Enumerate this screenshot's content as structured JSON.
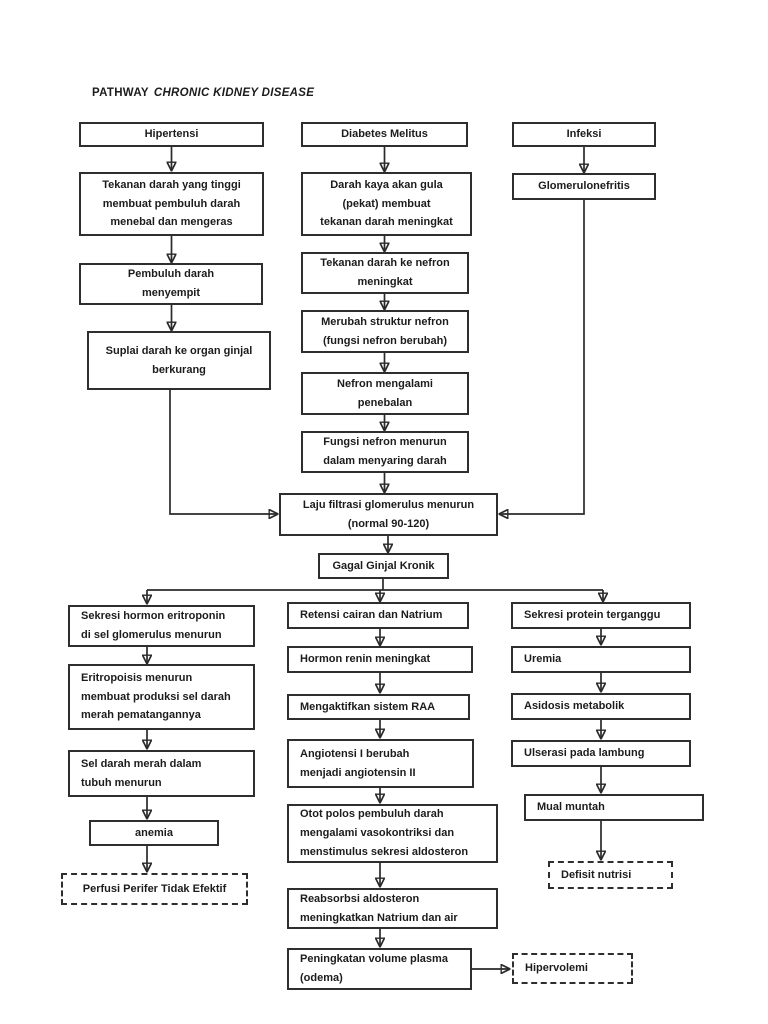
{
  "title": {
    "prefix": "PATHWAY",
    "emphasis": "CHRONIC KIDNEY DISEASE"
  },
  "colors": {
    "page_background": "#ffffff",
    "box_border": "#2e2e2e",
    "connector_line": "#2a2a2a",
    "text": "#1c1c1c"
  },
  "nodes": {
    "hipertensi": "Hipertensi",
    "diabetes_melitus": "Diabetes Melitus",
    "infeksi": "Infeksi",
    "tekanan_tinggi": "Tekanan darah yang tinggi\nmembuat pembuluh darah\nmenebal dan mengeras",
    "darah_kaya": "Darah kaya akan gula\n(pekat) membuat\ntekanan darah meningkat",
    "glomerulonefritis": "Glomerulonefritis",
    "pembuluh_menyempit": "Pembuluh darah\nmenyempit",
    "tekanan_nefron": "Tekanan darah ke nefron\nmeningkat",
    "suplai_darah": "Suplai darah ke organ ginjal\nberkurang",
    "merubah_struktur": "Merubah struktur nefron\n(fungsi nefron berubah)",
    "nefron_penebalan": "Nefron mengalami\npenebalan",
    "fungsi_nefron": "Fungsi nefron menurun\ndalam menyaring darah",
    "laju_filtrasi": "Laju filtrasi glomerulus menurun\n(normal 90-120)",
    "gagal_ginjal": "Gagal Ginjal Kronik",
    "sekresi_eritroponin": "Sekresi hormon eritroponin\ndi sel glomerulus menurun",
    "retensi_cairan": "Retensi cairan dan Natrium",
    "sekresi_protein": "Sekresi protein terganggu",
    "eritropoisis": "Eritropoisis menurun\nmembuat produksi sel darah\nmerah pematangannya",
    "hormon_renin": "Hormon renin meningkat",
    "uremia": "Uremia",
    "mengaktifkan_raa": "Mengaktifkan sistem RAA",
    "asidosis": "Asidosis metabolik",
    "sel_darah_merah": "Sel darah merah dalam\ntubuh menurun",
    "angiotensi": "Angiotensi I berubah\nmenjadi angiotensin II",
    "ulserasi": "Ulserasi pada lambung",
    "anemia": "anemia",
    "otot_polos": "Otot polos pembuluh darah\nmengalami vasokontriksi dan\nmenstimulus sekresi aldosteron",
    "mual_muntah": "Mual muntah",
    "perfusi_perifer": "Perfusi Perifer Tidak Efektif",
    "defisit_nutrisi": "Defisit nutrisi",
    "reabsorbsi": "Reabsorbsi aldosteron\nmeningkatkan Natrium dan air",
    "peningkatan_volume": "Peningkatan volume plasma\n(odema)",
    "hipervolemi": "Hipervolemi"
  }
}
